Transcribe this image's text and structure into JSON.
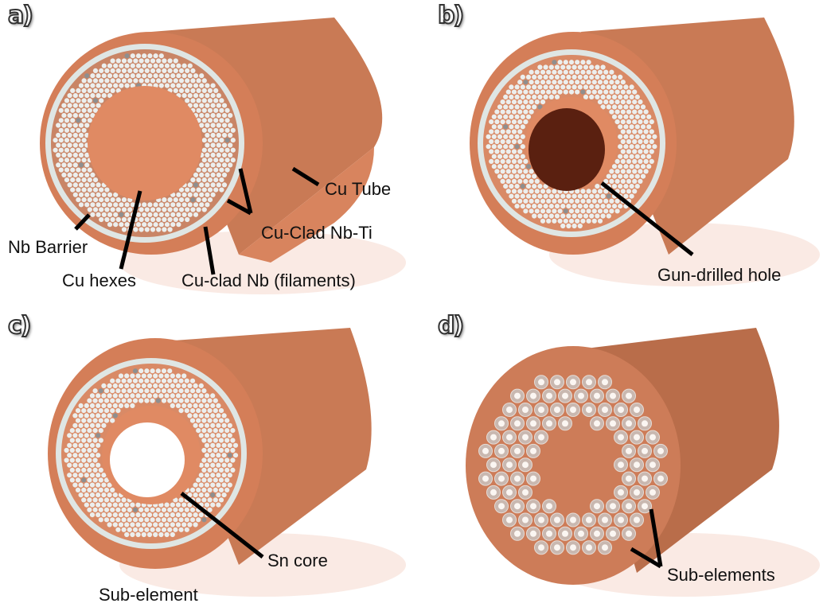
{
  "figure": {
    "colors": {
      "copper_light": "#e8906a",
      "copper": "#d47e58",
      "copper_dark": "#b06a48",
      "nb_barrier": "#dfe6e4",
      "filament": "#ecefee",
      "nbti_filament": "#8f8f8f",
      "hole_dark": "#4a1a0c",
      "sn_core": "#ffffff",
      "arrow": "#000000"
    },
    "panels": [
      {
        "id": "a",
        "label": "a)",
        "inner_region": "Cu hexes core",
        "annotations": [
          "Cu Tube",
          "Cu-Clad Nb-Ti",
          "Nb Barrier",
          "Cu hexes",
          "Cu-clad Nb (filaments)"
        ]
      },
      {
        "id": "b",
        "label": "b)",
        "inner_region": "Drilled hole",
        "annotations": [
          "Gun-drilled hole"
        ]
      },
      {
        "id": "c",
        "label": "c)",
        "inner_region": "Sn core",
        "annotations": [
          "Sn core",
          "Sub-element"
        ]
      },
      {
        "id": "d",
        "label": "d)",
        "inner_region": "Restack of sub-elements",
        "annotations": [
          "Sub-elements"
        ]
      }
    ]
  }
}
